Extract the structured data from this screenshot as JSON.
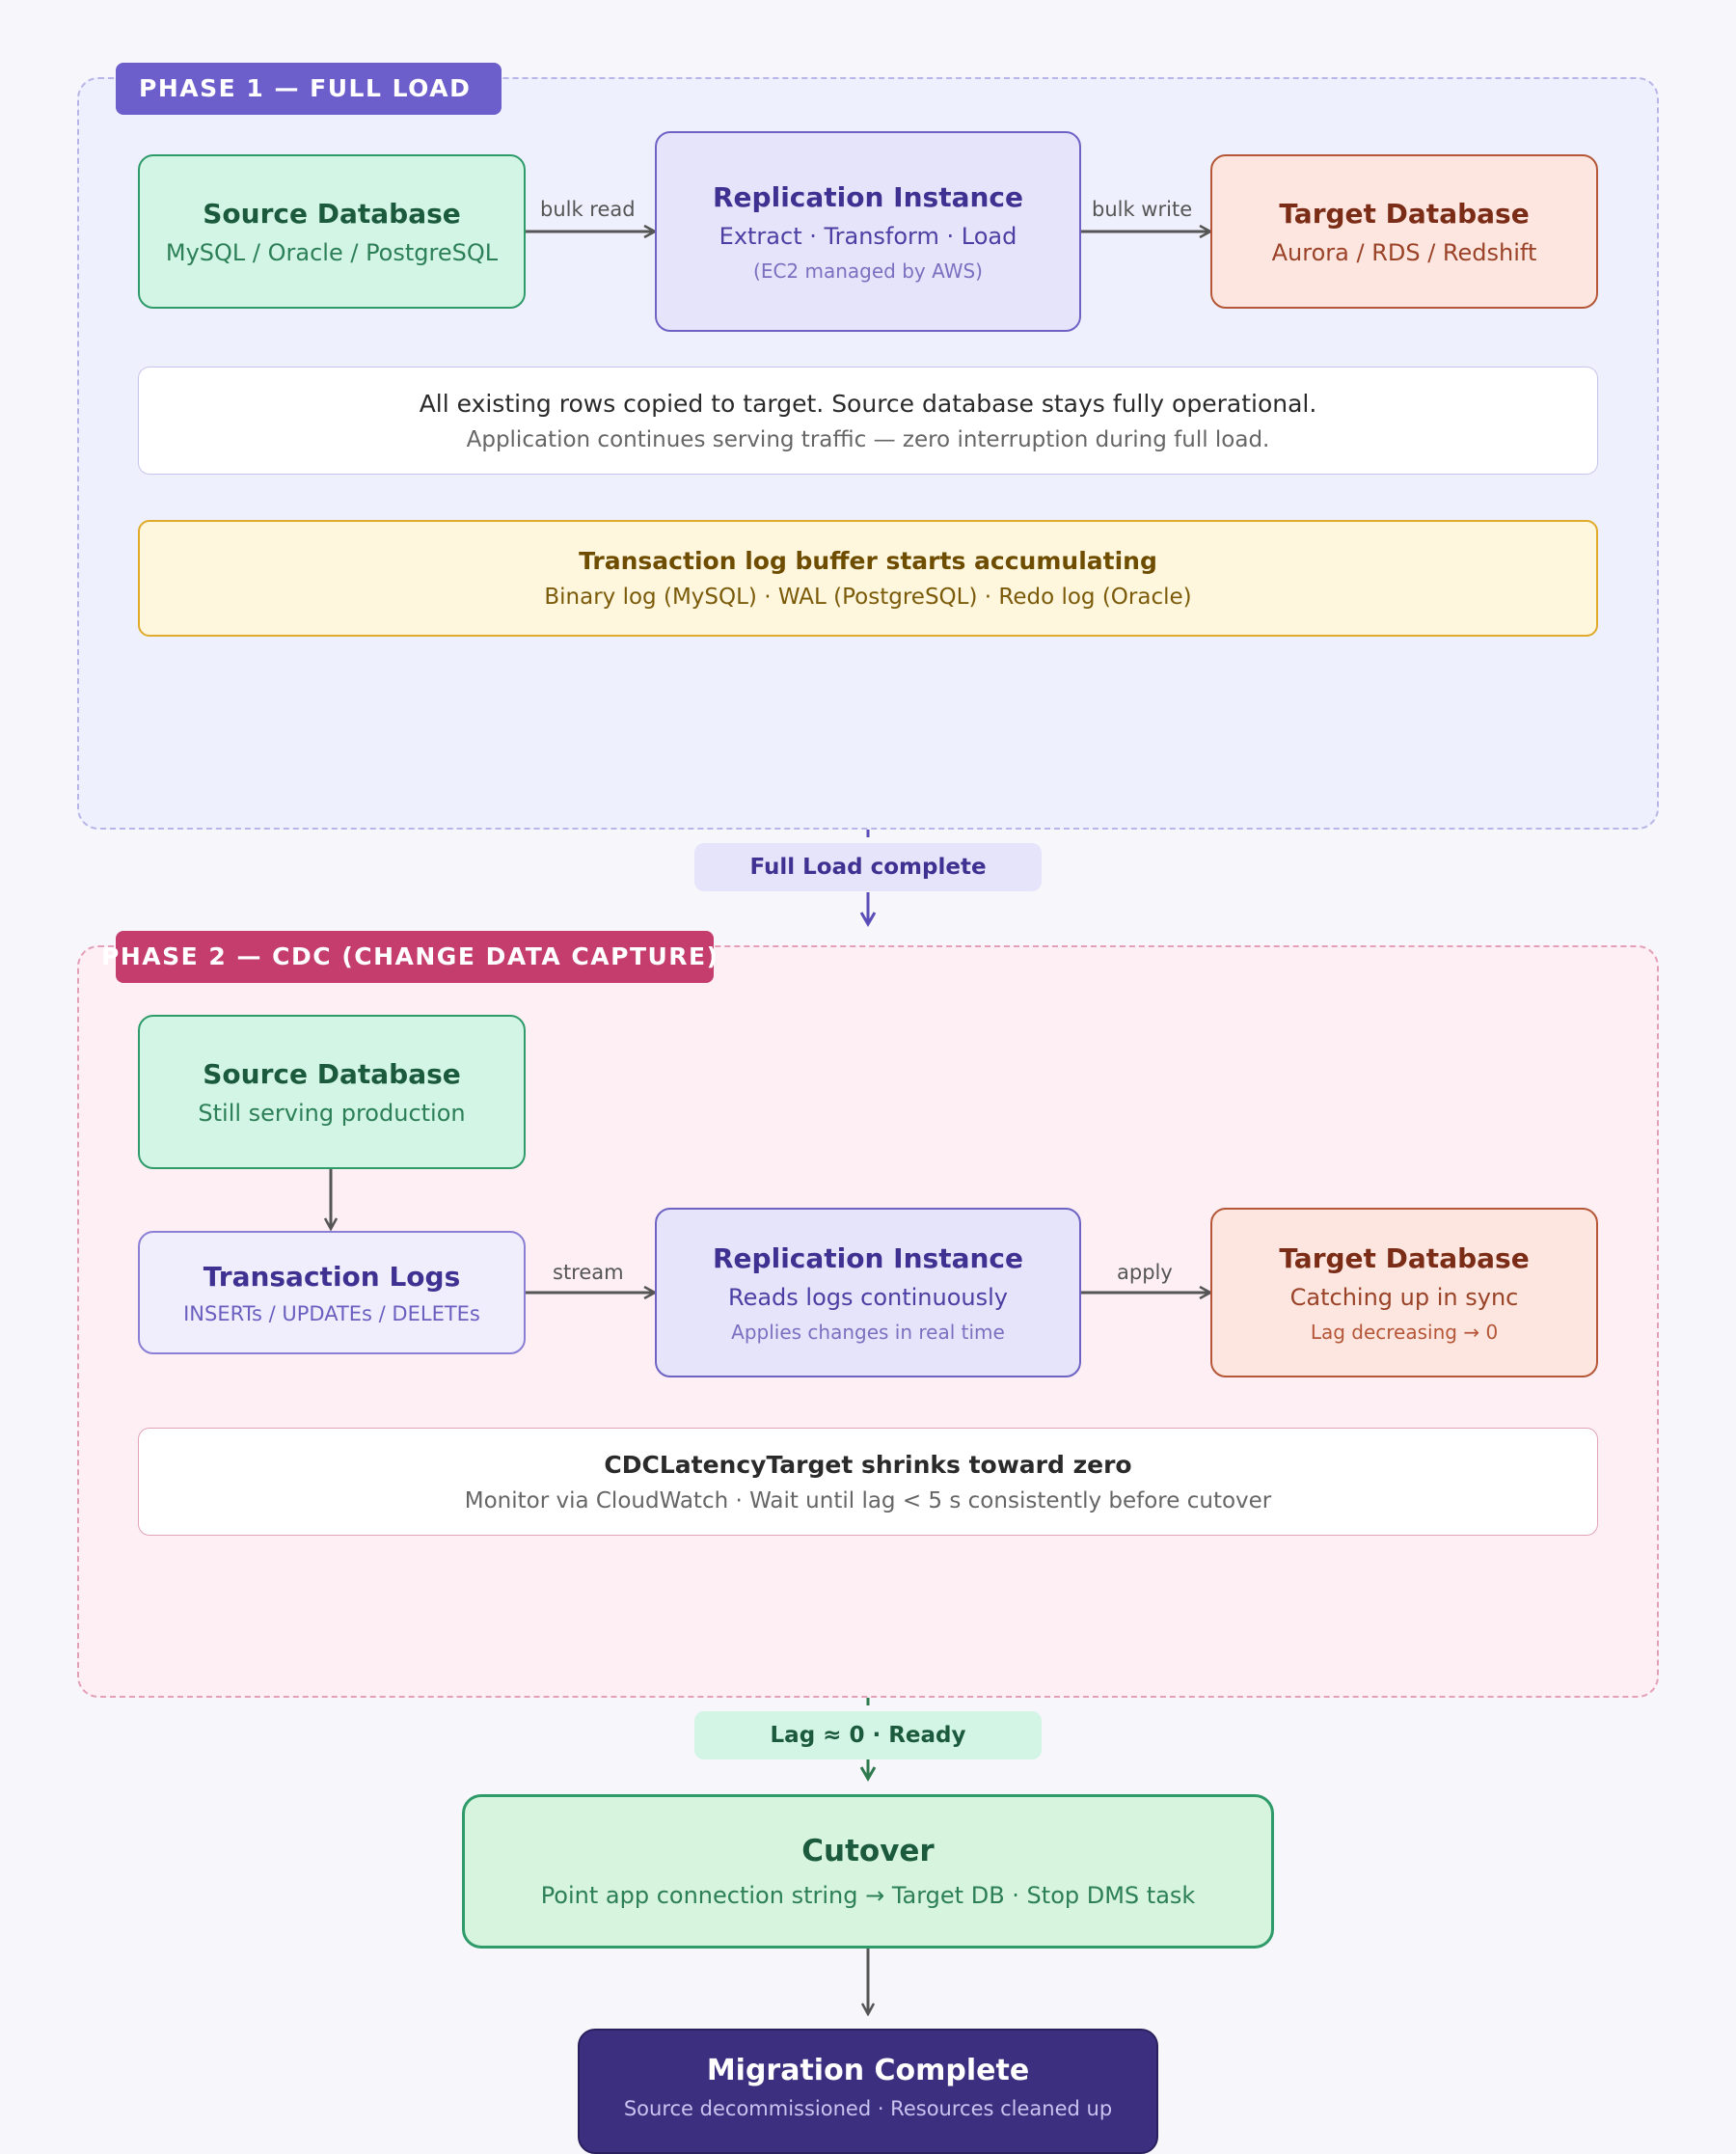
{
  "phase1": {
    "label": "PHASE 1 — FULL LOAD",
    "source": {
      "title": "Source Database",
      "subtitle": "MySQL / Oracle / PostgreSQL"
    },
    "replication": {
      "title": "Replication Instance",
      "subtitle": "Extract · Transform · Load",
      "note": "(EC2 managed by AWS)"
    },
    "target": {
      "title": "Target Database",
      "subtitle": "Aurora / RDS / Redshift"
    },
    "edge_read": "bulk read",
    "edge_write": "bulk write",
    "info": {
      "line1": "All existing rows copied to target. Source database stays fully operational.",
      "line2": "Application continues serving traffic — zero interruption during full load."
    },
    "buffer": {
      "line1": "Transaction log buffer starts accumulating",
      "line2": "Binary log (MySQL) · WAL (PostgreSQL) · Redo log (Oracle)"
    }
  },
  "transition1": "Full Load complete",
  "phase2": {
    "label": "PHASE 2 — CDC (CHANGE DATA CAPTURE)",
    "source": {
      "title": "Source Database",
      "subtitle": "Still serving production"
    },
    "logs": {
      "title": "Transaction Logs",
      "subtitle": "INSERTs / UPDATEs / DELETEs"
    },
    "replication": {
      "title": "Replication Instance",
      "subtitle": "Reads logs continuously",
      "note": "Applies changes in real time"
    },
    "target": {
      "title": "Target Database",
      "subtitle": "Catching up in sync",
      "note": "Lag decreasing → 0"
    },
    "edge_stream": "stream",
    "edge_apply": "apply",
    "info": {
      "line1": "CDCLatencyTarget shrinks toward zero",
      "line2": "Monitor via CloudWatch · Wait until lag < 5 s consistently before cutover"
    }
  },
  "transition2": "Lag ≈ 0 · Ready",
  "cutover": {
    "title": "Cutover",
    "subtitle": "Point app connection string → Target DB · Stop DMS task"
  },
  "complete": {
    "title": "Migration Complete",
    "subtitle": "Source decommissioned · Resources cleaned up"
  }
}
